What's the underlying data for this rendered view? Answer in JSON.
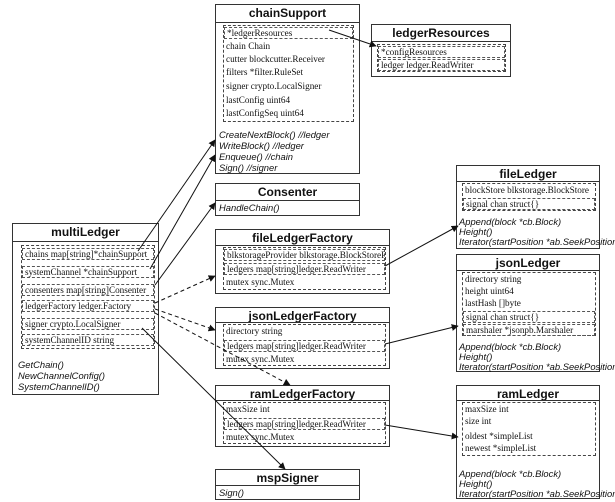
{
  "classes": {
    "chainSupport": {
      "title": "chainSupport",
      "attrs": [
        "*ledgerResources",
        "chain Chain",
        "cutter blockcutter.Receiver",
        "filters *filter.RuleSet",
        "signer crypto.LocalSigner",
        "lastConfig uint64",
        "lastConfigSeq uint64"
      ],
      "methods": [
        "CreateNextBlock() //ledger",
        "WriteBlock() //ledger",
        "Enqueue() //chain",
        "Sign() //signer"
      ]
    },
    "ledgerResources": {
      "title": "ledgerResources",
      "attrs": [
        "*configResources",
        "ledger ledger.ReadWriter"
      ]
    },
    "consenter": {
      "title": "Consenter",
      "methods": [
        "HandleChain()"
      ]
    },
    "multiLedger": {
      "title": "multiLedger",
      "attrs": [
        "chains map[string]*chainSupport",
        "systemChannel *chainSupport",
        "consenters map[string]Consenter",
        "ledgerFactory ledger.Factory",
        "signer crypto.LocalSigner",
        "systemChannelID string"
      ],
      "methods": [
        "GetChain()",
        "NewChannelConfig()",
        "SystemChannelID()"
      ]
    },
    "fileLedgerFactory": {
      "title": "fileLedgerFactory",
      "attrs": [
        "blkstorageProvider blkstorage.BlockStoreProvider",
        "ledgers map[string]ledger.ReadWriter",
        "mutex sync.Mutex"
      ]
    },
    "fileLedger": {
      "title": "fileLedger",
      "attrs": [
        "blockStore blkstorage.BlockStore",
        "signal chan struct{}"
      ],
      "methods": [
        "Append(block *cb.Block)",
        "Height()",
        "Iterator(startPosition *ab.SeekPosition)"
      ]
    },
    "jsonLedgerFactory": {
      "title": "jsonLedgerFactory",
      "attrs": [
        "directory string",
        "ledgers map[string]ledger.ReadWriter",
        "mutex sync.Mutex"
      ]
    },
    "jsonLedger": {
      "title": "jsonLedger",
      "attrs": [
        "directory string",
        "height uint64",
        "lastHash []byte",
        "signal      chan struct{}",
        "marshaler *jsonpb.Marshaler"
      ],
      "methods": [
        "Append(block *cb.Block)",
        "Height()",
        "Iterator(startPosition *ab.SeekPosition)"
      ]
    },
    "ramLedgerFactory": {
      "title": "ramLedgerFactory",
      "attrs": [
        "maxSize int",
        "ledgers map[string]ledger.ReadWriter",
        "mutex sync.Mutex"
      ]
    },
    "ramLedger": {
      "title": "ramLedger",
      "attrs": [
        "maxSize int",
        "size int",
        "oldest  *simpleList",
        "newest  *simpleList"
      ],
      "methods": [
        "Append(block *cb.Block)",
        "Height()",
        "Iterator(startPosition *ab.SeekPosition)"
      ]
    },
    "mspSigner": {
      "title": "mspSigner",
      "methods": [
        "Sign()"
      ]
    }
  }
}
